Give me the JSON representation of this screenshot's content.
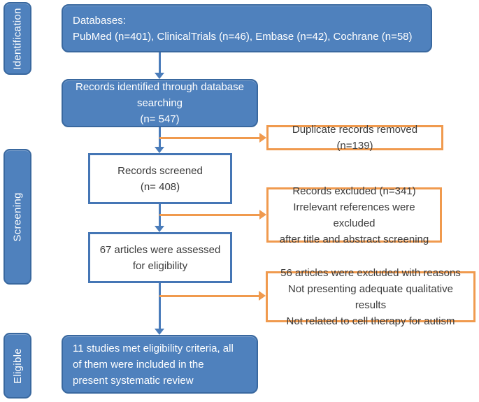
{
  "figure": {
    "type": "prisma-flow-diagram",
    "title": "Study selection flow"
  },
  "colors": {
    "blue_fill": "#4f81bd",
    "blue_border": "#39689f",
    "arrow_blue": "#4a7cba",
    "orange": "#f09a4e",
    "text_dark": "#3b3b3b",
    "text_light": "#ffffff"
  },
  "sidebar": {
    "stages": [
      {
        "label": "Identification"
      },
      {
        "label": "Screening"
      },
      {
        "label": "Eligible"
      }
    ]
  },
  "nodes": {
    "databases": {
      "lines": [
        "Databases:",
        "PubMed (n=401), ClinicalTrials (n=46), Embase (n=42), Cochrane (n=58)"
      ]
    },
    "identified": {
      "lines": [
        "Records identified through database",
        "searching",
        "(n= 547)"
      ]
    },
    "screened": {
      "lines": [
        "Records screened",
        "(n= 408)"
      ]
    },
    "assessed": {
      "lines": [
        "67 articles were assessed",
        "for eligibility"
      ]
    },
    "included": {
      "lines": [
        "11 studies met eligibility criteria, all",
        "of them were included in the",
        "present systematic review"
      ]
    },
    "duplicates": {
      "lines": [
        "Duplicate records removed (n=139)"
      ]
    },
    "excluded": {
      "lines": [
        "Records excluded (n=341)",
        "Irrelevant references were excluded",
        "after title and abstract screening"
      ]
    },
    "excluded_reasons": {
      "lines": [
        "56 articles were excluded with reasons",
        "Not presenting adequate qualitative results",
        "Not related to cell therapy for autism"
      ]
    }
  }
}
